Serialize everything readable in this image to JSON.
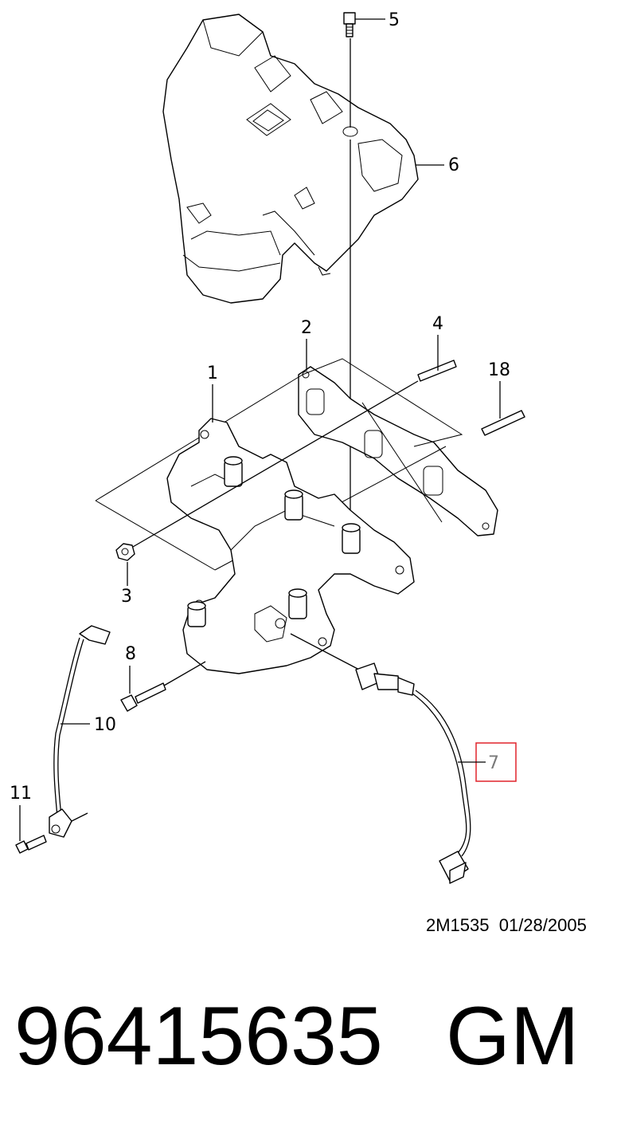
{
  "callouts": [
    {
      "id": "1",
      "label": "1",
      "highlighted": false
    },
    {
      "id": "2",
      "label": "2",
      "highlighted": false
    },
    {
      "id": "3",
      "label": "3",
      "highlighted": false
    },
    {
      "id": "4",
      "label": "4",
      "highlighted": false
    },
    {
      "id": "5",
      "label": "5",
      "highlighted": false
    },
    {
      "id": "6",
      "label": "6",
      "highlighted": false
    },
    {
      "id": "7",
      "label": "7",
      "highlighted": true
    },
    {
      "id": "8",
      "label": "8",
      "highlighted": false
    },
    {
      "id": "10",
      "label": "10",
      "highlighted": false
    },
    {
      "id": "11",
      "label": "11",
      "highlighted": false
    },
    {
      "id": "18",
      "label": "18",
      "highlighted": false
    }
  ],
  "drawing_ref": "2M1535  01/28/2005",
  "part_number": "96415635",
  "brand": "GM",
  "colors": {
    "highlight_box": "#e0232b",
    "ink": "#000000",
    "highlight_text": "#7a7a7a"
  }
}
